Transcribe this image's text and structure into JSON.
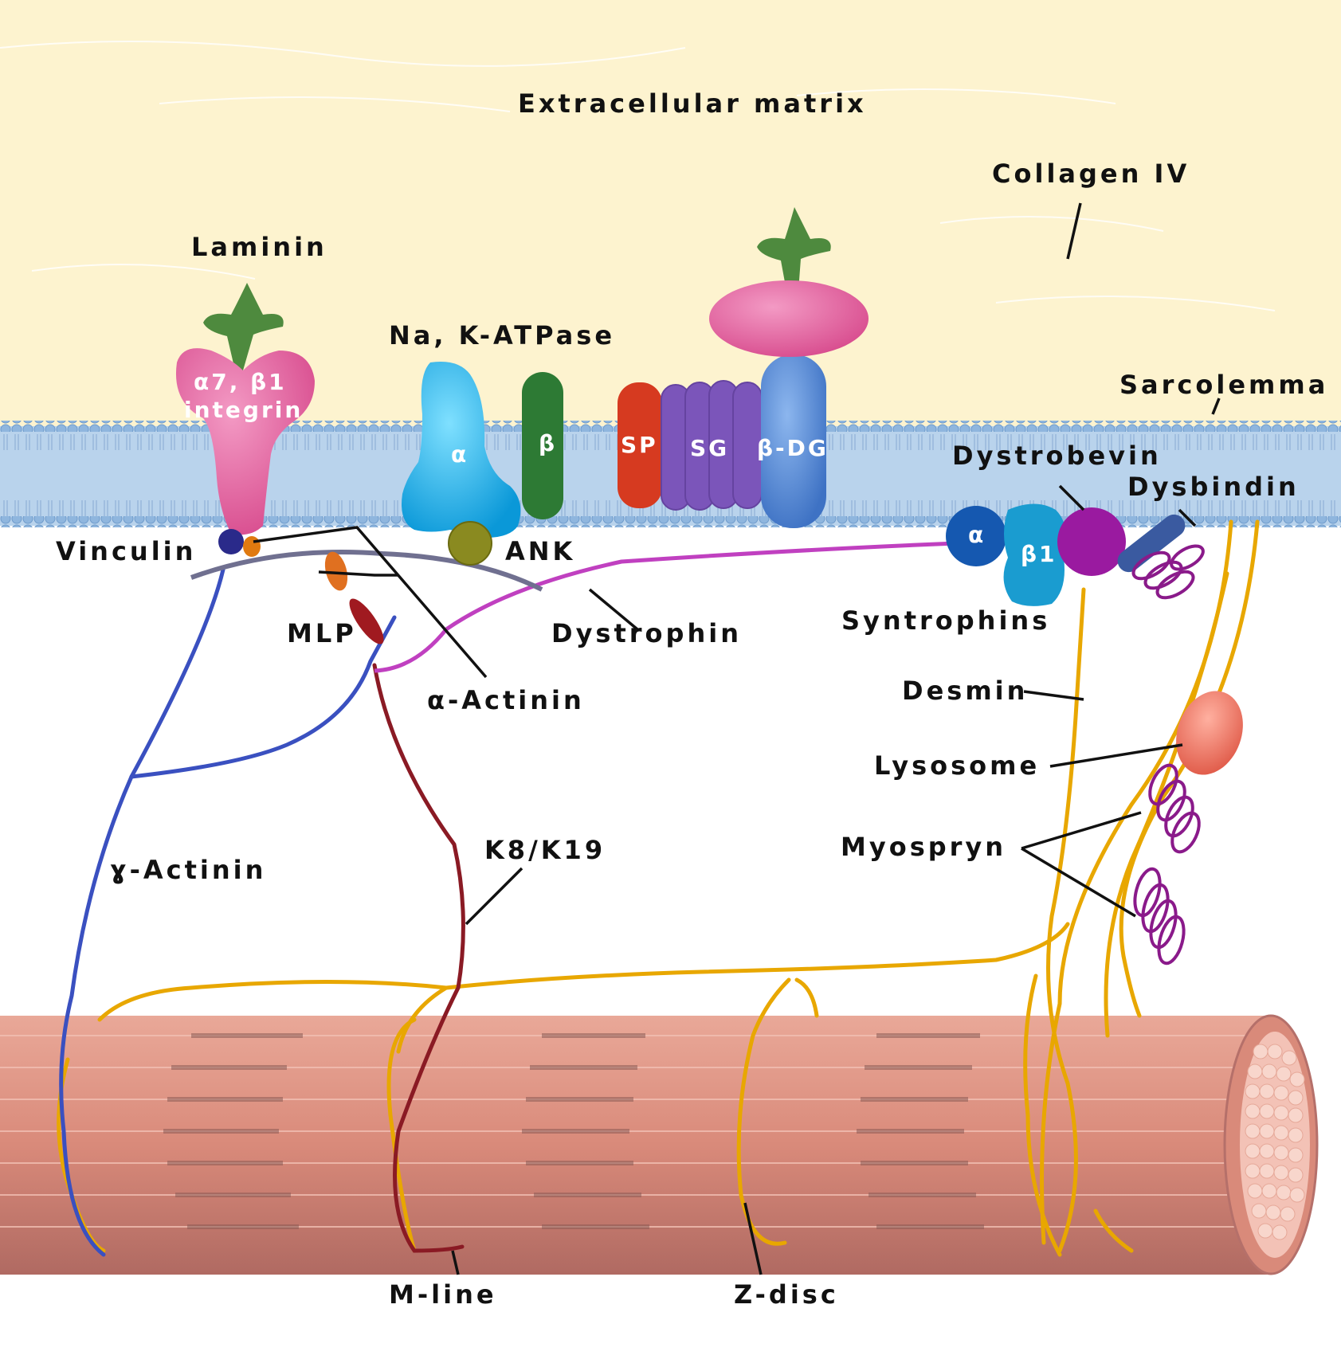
{
  "labels": {
    "ecm": "Extracellular matrix",
    "collagen": "Collagen IV",
    "laminin": "Laminin",
    "naka": "Na, K-ATPase",
    "sarcolemma": "Sarcolemma",
    "integrin_1": "α7, β1",
    "integrin_2": "integrin",
    "atpase_alpha": "α",
    "atpase_beta": "β",
    "sp": "SP",
    "sg": "SG",
    "bdg": "β-DG",
    "dystrobrevin": "Dystrobevin",
    "dysbindin": "Dysbindin",
    "synt_alpha": "α",
    "synt_beta1": "β1",
    "vinculin": "Vinculin",
    "ank": "ANK",
    "mlp": "MLP",
    "dystrophin": "Dystrophin",
    "syntrophins": "Syntrophins",
    "alpha_actinin": "α-Actinin",
    "desmin": "Desmin",
    "lysosome": "Lysosome",
    "myospryn": "Myospryn",
    "gamma_actinin": "ɣ-Actinin",
    "k8k19": "K8/K19",
    "mline": "M-line",
    "zdisc": "Z-disc"
  },
  "colors": {
    "ecm": "#fdf3cf",
    "membrane": "#b9d3ec",
    "lipid_head": "#8fb6de",
    "integrin": "#e4609f",
    "laminin": "#4e8a3e",
    "atpase_alpha": "#14b4ee",
    "atpase_beta": "#2d7a34",
    "sp": "#d63a20",
    "sg": "#7b55ba",
    "bdg": "#5b8fd6",
    "dystrophin": "#c040c0",
    "desmin": "#e8a700",
    "gamma_actinin": "#3a50c0",
    "k8k19": "#8a1a24",
    "fiber": "#d98a7a",
    "lysosome": "#f07a68",
    "myospryn": "#8a1a8a"
  }
}
